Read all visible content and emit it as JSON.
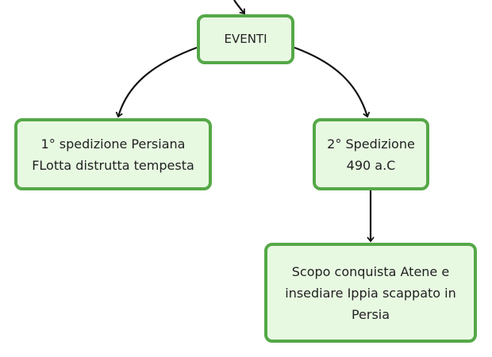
{
  "nodes": {
    "eventi": {
      "lines": [
        "EVENTI"
      ]
    },
    "first_expedition": {
      "lines": [
        "1° spedizione Persiana",
        "FLotta distrutta tempesta"
      ]
    },
    "second_expedition": {
      "lines": [
        "2° Spedizione",
        "490 a.C"
      ]
    },
    "scope": {
      "lines": [
        "Scopo conquista Atene e",
        "insediare Ippia scappato in",
        "Persia"
      ]
    }
  },
  "colors": {
    "node_border": "#55a848",
    "node_fill": "#e8f9e2",
    "connector": "#111111",
    "text": "#222222"
  }
}
